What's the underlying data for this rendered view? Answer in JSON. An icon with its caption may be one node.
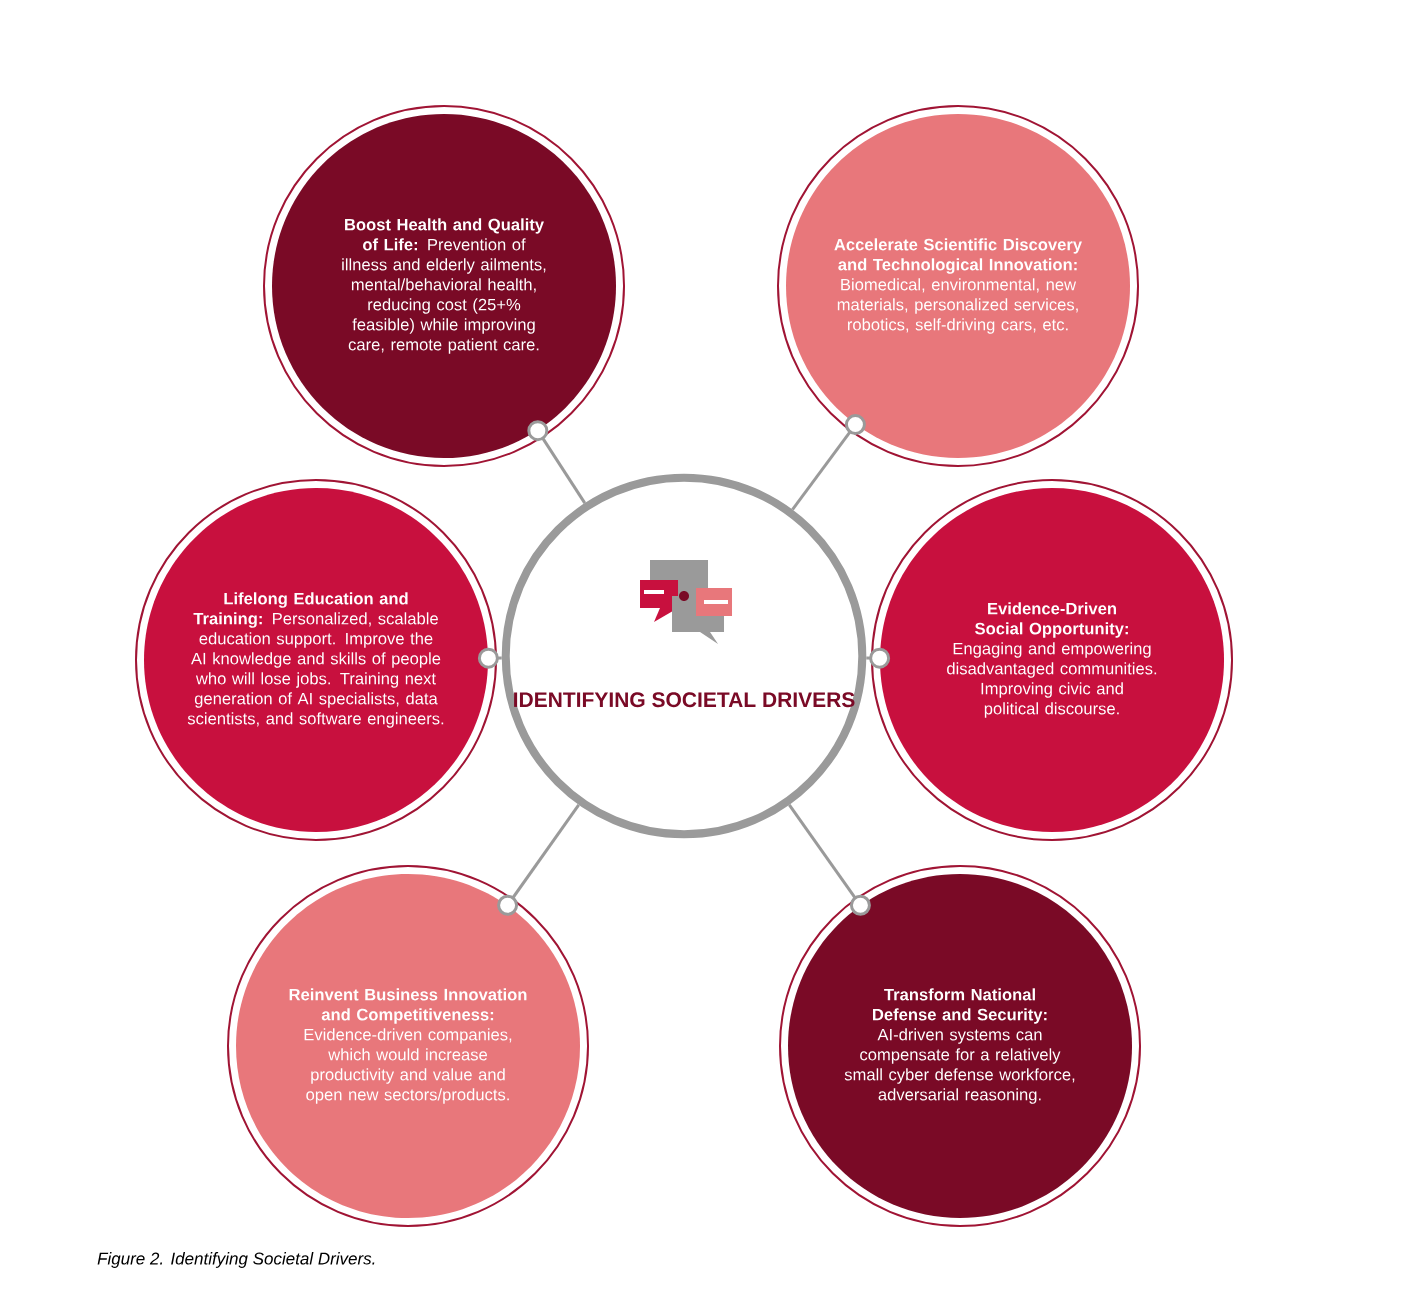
{
  "diagram": {
    "caption": "Figure 2. Identifying Societal Drivers.",
    "nodes": [
      {
        "text": [
          "IDENTIFYING SOCIETAL DRIVERS"
        ]
      },
      {
        "text": [
          "Boost Health and Quality of Life:",
          "Prevention of illness and elderly ailments, mental/behavioral health, reducing cost (25+% feasible) while improving care, remote patient care."
        ]
      },
      {
        "text": [
          "Accelerate Scientific Discovery and Technological Innovation:",
          "Biomedical, environmental, new materials, personalized services, robotics, self-driving cars, etc."
        ]
      },
      {
        "text": [
          "Lifelong Education and Training:",
          "Personalized, scalable education support. Improve the AI knowledge and skills of people who will lose jobs. Training next generation of AI specialists, data scientists, and software engineers."
        ]
      },
      {
        "text": [
          "Evidence-Driven Social Opportunity:",
          "Engaging and empowering disadvantaged communities. Improving civic and political discourse."
        ]
      },
      {
        "text": [
          "Reinvent Business Innovation and Competitiveness:",
          "Evidence-driven companies, which would increase productivity and value and open new sectors/products."
        ]
      },
      {
        "text": [
          "Transform National Defense and Security:",
          "AI-driven systems can compensate for a relatively small cyber defense workforce, adversarial reasoning."
        ]
      }
    ],
    "edges": [
      {
        "from": 0,
        "to": 1,
        "arrow": "other"
      },
      {
        "from": 0,
        "to": 2,
        "arrow": "other"
      },
      {
        "from": 0,
        "to": 3,
        "arrow": "other"
      },
      {
        "from": 0,
        "to": 4,
        "arrow": "other"
      },
      {
        "from": 0,
        "to": 5,
        "arrow": "other"
      },
      {
        "from": 0,
        "to": 6,
        "arrow": "other"
      }
    ]
  }
}
